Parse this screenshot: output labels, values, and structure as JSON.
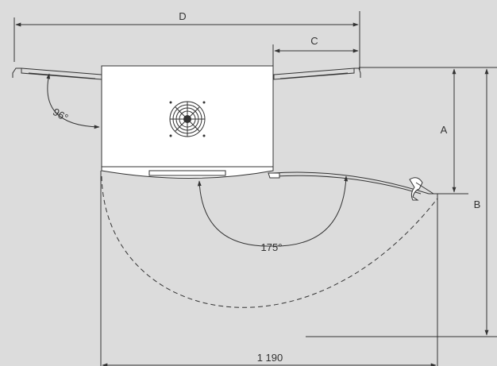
{
  "labels": {
    "d": "D",
    "c": "C",
    "a": "A",
    "b": "B",
    "angle_side": "96°",
    "angle_door": "175°",
    "width": "1 190"
  },
  "colors": {
    "background": "#dcdcdc",
    "unit_fill": "#ffffff",
    "line": "#333333"
  },
  "icons": {
    "fan": "fan-grille-icon",
    "handle": "door-handle-icon"
  }
}
